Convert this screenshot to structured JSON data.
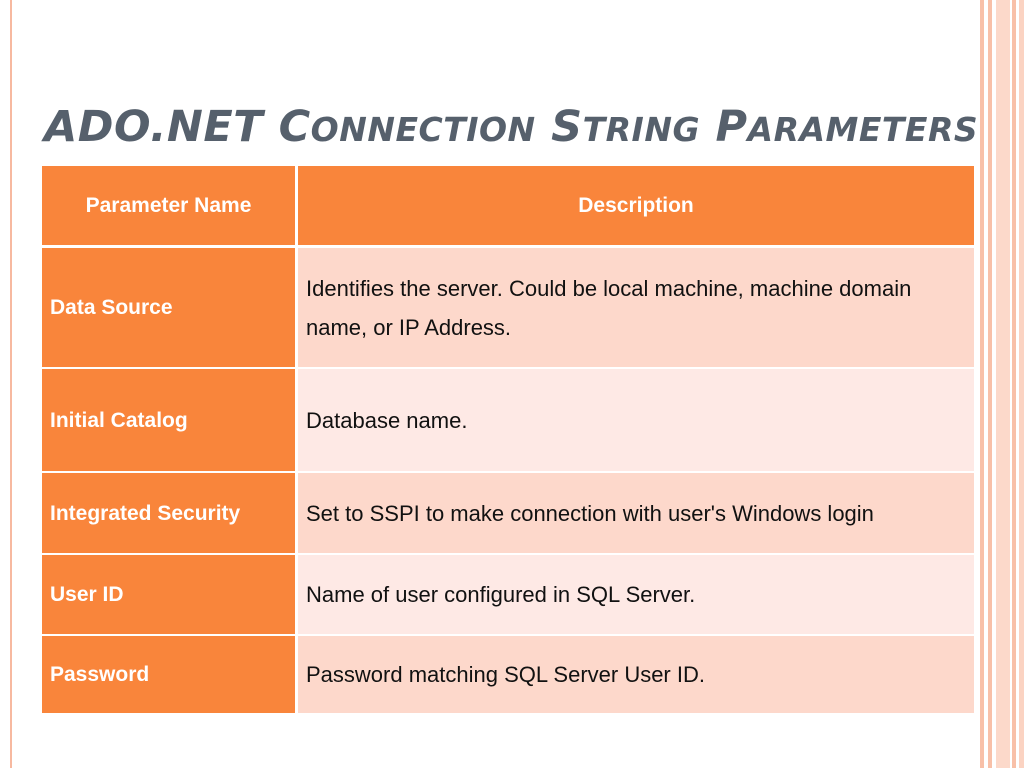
{
  "slide": {
    "title": {
      "part1_cap": "ADO.NET",
      "part2_cap": "C",
      "part2_rest": "ONNECTION",
      "part3_cap": "S",
      "part3_rest": "TRING",
      "part4_cap": "P",
      "part4_rest": "ARAMETERS"
    },
    "colors": {
      "header_bg": "#f9853b",
      "row_odd": "#fdd8cb",
      "row_even": "#fee9e5",
      "title": "#56606c"
    }
  },
  "table": {
    "headers": [
      "Parameter Name",
      "Description"
    ],
    "rows": [
      {
        "name": "Data Source",
        "description": "Identifies the server. Could be local machine, machine domain name, or IP Address."
      },
      {
        "name": "Initial Catalog",
        "description": "Database name."
      },
      {
        "name": "Integrated Security",
        "description": "Set to SSPI to make connection with user's Windows login"
      },
      {
        "name": "User ID",
        "description": "Name of user configured in SQL Server."
      },
      {
        "name": "Password",
        "description": "Password matching SQL Server User ID."
      }
    ]
  }
}
